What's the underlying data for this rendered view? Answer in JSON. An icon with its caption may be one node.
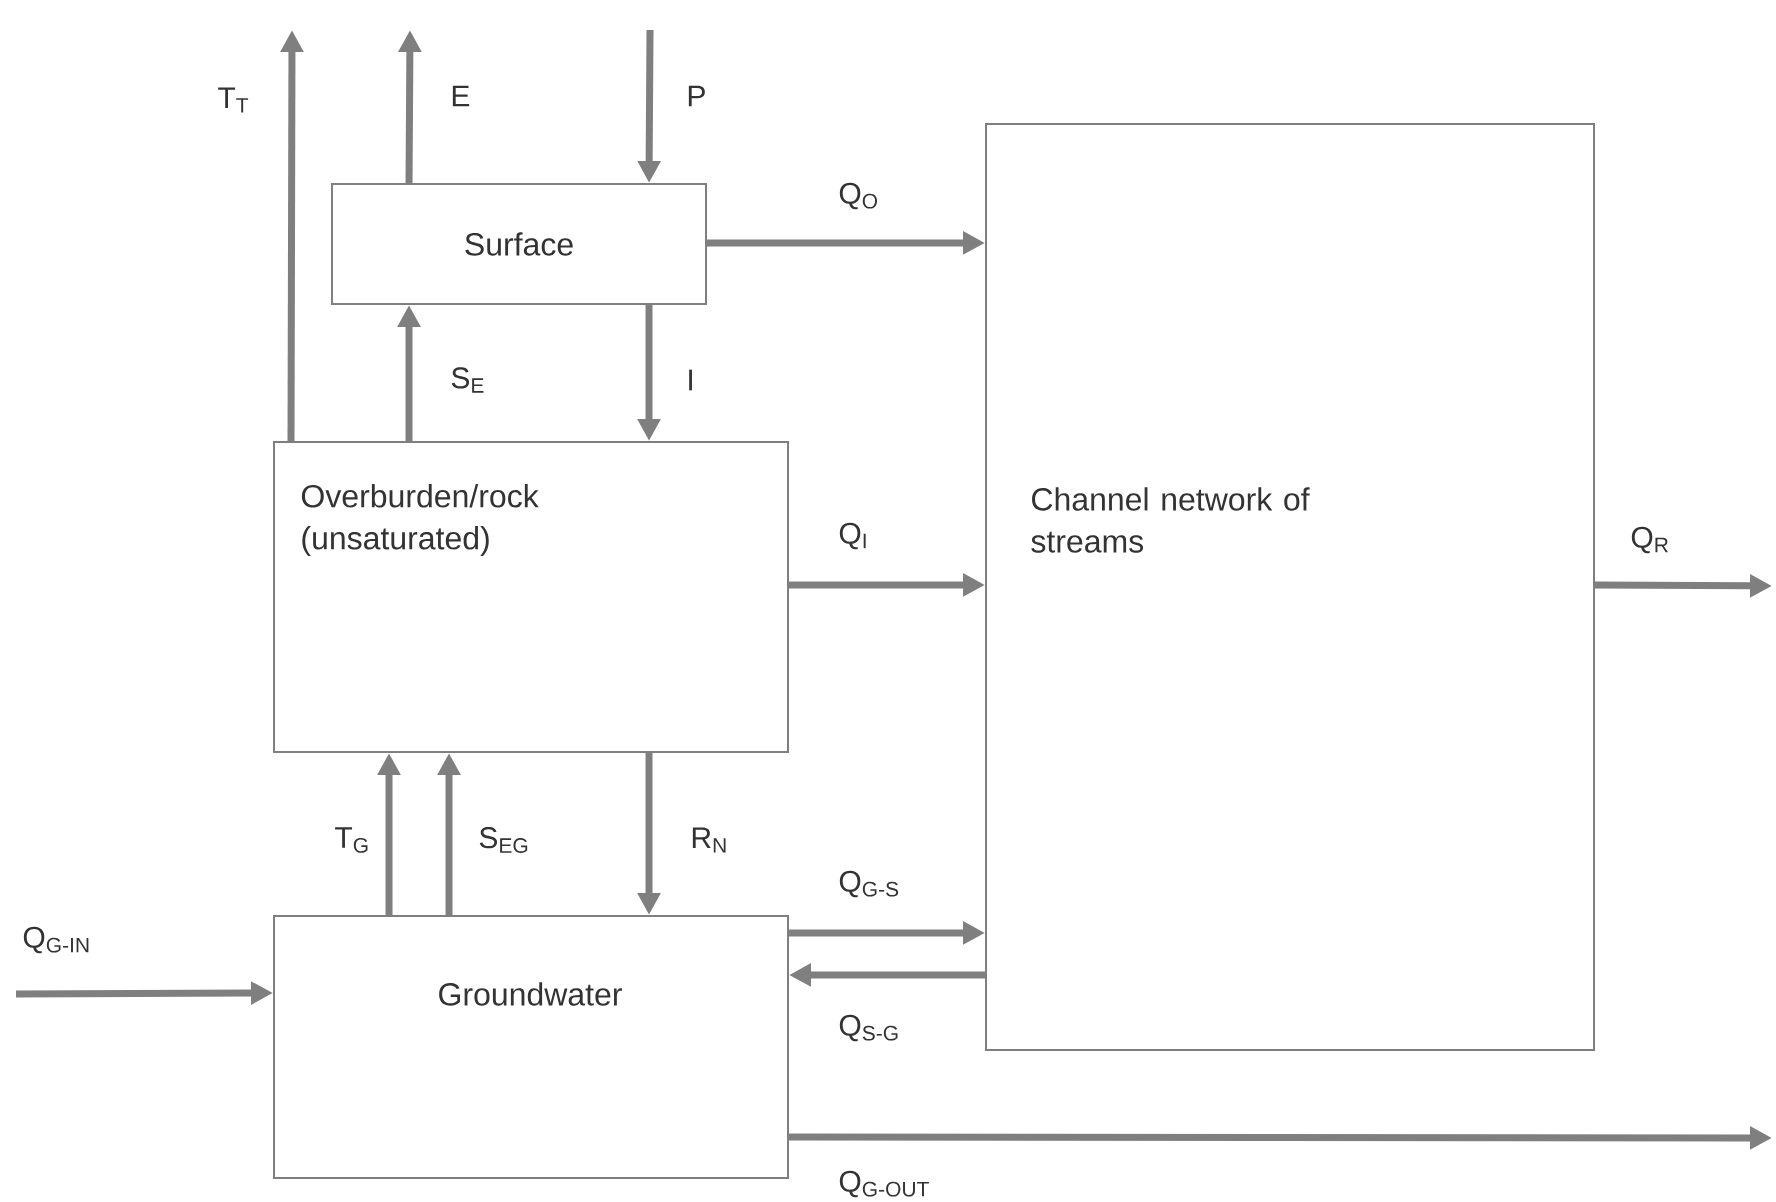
{
  "diagram": {
    "nodes": [
      {
        "text": [
          "Surface"
        ]
      },
      {
        "text": [
          "Overburden/rock (unsaturated)"
        ]
      },
      {
        "text": [
          "Channel network of streams"
        ]
      },
      {
        "text": [
          "Groundwater"
        ]
      }
    ],
    "edges": [
      {
        "from": null,
        "to": 0,
        "arrow": "to",
        "label": "P"
      },
      {
        "from": 0,
        "to": null,
        "arrow": "to",
        "label": "E"
      },
      {
        "from": 1,
        "to": null,
        "arrow": "to",
        "label": "T$_{T}$"
      },
      {
        "from": 1,
        "to": 0,
        "arrow": "to",
        "label": "S$_{E}$"
      },
      {
        "from": 0,
        "to": 1,
        "arrow": "to",
        "label": "I"
      },
      {
        "from": 0,
        "to": 2,
        "arrow": "to",
        "label": "Q$_{O}$"
      },
      {
        "from": 1,
        "to": 2,
        "arrow": "to",
        "label": "Q$_{I}$"
      },
      {
        "from": 2,
        "to": null,
        "arrow": "to",
        "label": "Q$_{R}$"
      },
      {
        "from": 3,
        "to": 1,
        "arrow": "to",
        "label": "T$_{G}$"
      },
      {
        "from": 3,
        "to": 1,
        "arrow": "to",
        "label": "S$_{EG}$"
      },
      {
        "from": 1,
        "to": 3,
        "arrow": "to",
        "label": "R$_{N}$"
      },
      {
        "from": null,
        "to": 3,
        "arrow": "to",
        "label": "Q$_{G-IN}$"
      },
      {
        "from": 3,
        "to": 2,
        "arrow": "to",
        "label": "Q$_{G-S}$"
      },
      {
        "from": 2,
        "to": 3,
        "arrow": "to",
        "label": "Q$_{S-G}$"
      },
      {
        "from": 3,
        "to": null,
        "arrow": "to",
        "label": "Q$_{G-OUT}$"
      }
    ]
  }
}
